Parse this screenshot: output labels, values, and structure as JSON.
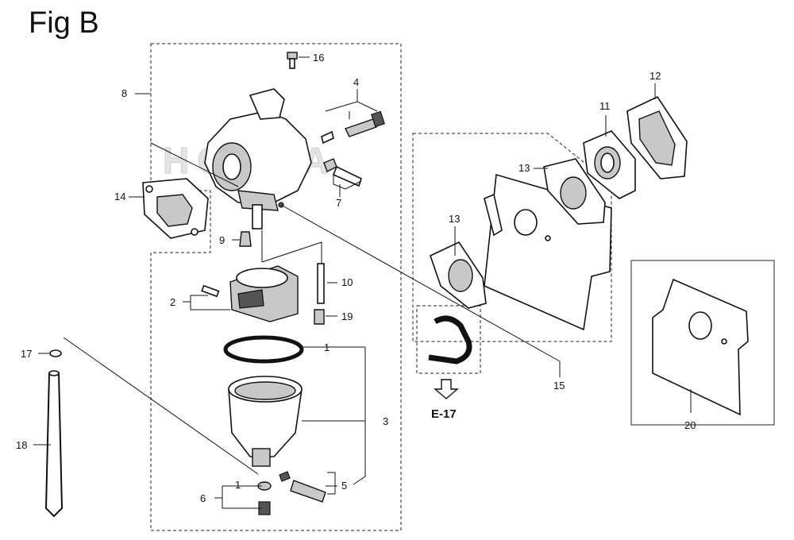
{
  "figure": {
    "title": "Fig B"
  },
  "watermark": "HONDA",
  "callouts": [
    "1",
    "1",
    "2",
    "3",
    "4",
    "5",
    "6",
    "7",
    "8",
    "9",
    "10",
    "11",
    "12",
    "13",
    "13",
    "14",
    "15",
    "16",
    "17",
    "18",
    "19",
    "20"
  ],
  "reference": {
    "label": "E-17"
  },
  "icons": {
    "reference_arrow": "arrow-down-icon"
  }
}
